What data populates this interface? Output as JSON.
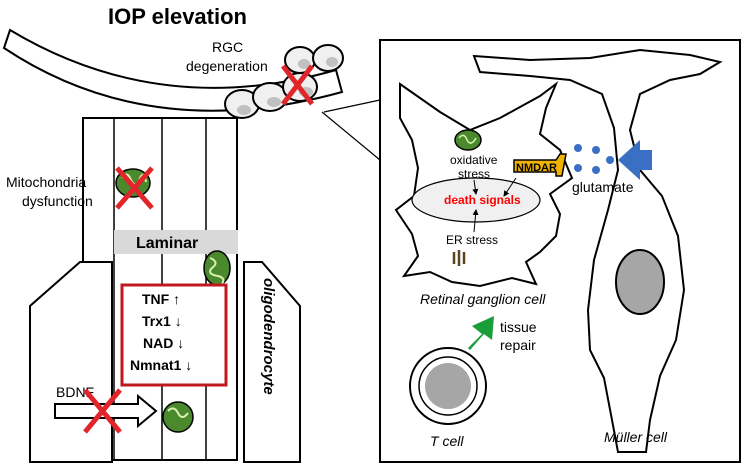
{
  "title": "IOP elevation",
  "left": {
    "rgc_label_line1": "RGC",
    "rgc_label_line2": "degeneration",
    "mito_label_line1": "Mitochondria",
    "mito_label_line2": "dysfunction",
    "laminar_label": "Laminar",
    "markers": [
      "TNF ↑",
      "Trx1 ↓",
      "NAD ↓",
      "Nmnat1 ↓"
    ],
    "oligo_label": "oligodendrocyte",
    "bdnf_label": "BDNF"
  },
  "right": {
    "oxidative_line1": "oxidative",
    "oxidative_line2": "stress",
    "death_signals": "death signals",
    "er_stress": "ER stress",
    "nmdar": "NMDAR",
    "glutamate": "glutamate",
    "rgc_cell": "Retinal ganglion cell",
    "tissue_line1": "tissue",
    "tissue_line2": "repair",
    "t_cell": "T cell",
    "muller_cell": "Müller cell"
  },
  "colors": {
    "cross": "#e0262b",
    "marker_box": "#c0181f",
    "death_text": "#ff0000",
    "arrow_green": "#1a9e3a",
    "arrow_blue": "#3a6fc4",
    "nmdar_fill": "#f0b400",
    "mito_green": "#4a8a2c",
    "laminar_gray": "#d9d9d9",
    "nucleus_gray": "#a6a6a6"
  }
}
